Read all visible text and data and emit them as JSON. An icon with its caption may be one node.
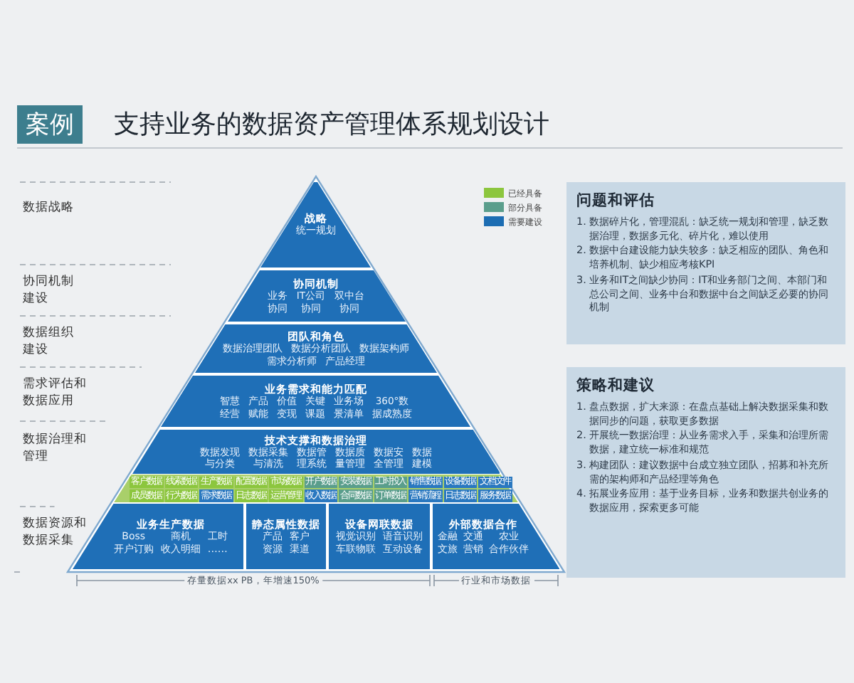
{
  "diagram": {
    "title": "支持业务的数据资产管理体系规划设计",
    "nodes": [
      {
        "text": [
          "战略",
          "统一规划"
        ]
      },
      {
        "text": [
          "协同机制",
          "业务协同",
          "IT公司协同",
          "双中台协同"
        ]
      },
      {
        "text": [
          "团队和角色",
          "数据治理团队",
          "数据分析团队",
          "数据架构师",
          "需求分析师",
          "产品经理"
        ]
      },
      {
        "text": [
          "业务需求和能力匹配",
          "智慧经营",
          "产品赋能",
          "价值变现",
          "关键课题",
          "业务场景清单",
          "360°数据成熟度"
        ]
      },
      {
        "text": [
          "技术支撑和数据治理",
          "数据发现与分类",
          "数据采集与清洗",
          "数据管理系统",
          "数据质量管理",
          "数据安全管理",
          "数据建模"
        ]
      },
      {
        "text": [
          "客户数据"
        ]
      },
      {
        "text": [
          "线索数据"
        ]
      },
      {
        "text": [
          "生产数据"
        ]
      },
      {
        "text": [
          "配置数据"
        ]
      },
      {
        "text": [
          "市场数据"
        ]
      },
      {
        "text": [
          "开户数据"
        ]
      },
      {
        "text": [
          "安装数据"
        ]
      },
      {
        "text": [
          "工时投入"
        ]
      },
      {
        "text": [
          "销售数据"
        ]
      },
      {
        "text": [
          "设备数据"
        ]
      },
      {
        "text": [
          "文档文件"
        ]
      },
      {
        "text": [
          "成员数据"
        ]
      },
      {
        "text": [
          "行为数据"
        ]
      },
      {
        "text": [
          "需求数据"
        ]
      },
      {
        "text": [
          "日志数据"
        ]
      },
      {
        "text": [
          "运营管理"
        ]
      },
      {
        "text": [
          "收入数据"
        ]
      },
      {
        "text": [
          "合同数据"
        ]
      },
      {
        "text": [
          "订单数据"
        ]
      },
      {
        "text": [
          "营销流程"
        ]
      },
      {
        "text": [
          "日志数据"
        ]
      },
      {
        "text": [
          "服务数据"
        ]
      },
      {
        "text": [
          "业务生产数据",
          "Boss",
          "商机",
          "工时",
          "开户订购",
          "收入明细",
          "……"
        ]
      },
      {
        "text": [
          "静态属性数据",
          "产品",
          "客户",
          "资源",
          "渠道"
        ]
      },
      {
        "text": [
          "设备网联数据",
          "视觉识别",
          "语音识别",
          "车联物联",
          "互动设备"
        ]
      },
      {
        "text": [
          "外部数据合作",
          "金融",
          "交通",
          "农业",
          "文旅",
          "营销",
          "合作伙伴"
        ]
      },
      {
        "text": [
          "问题和评估",
          "1. 数据碎片化，管理混乱：缺乏统一规划和管理，缺乏数据治理，数据多元化、碎片化，难以使用",
          "2. 数据中台建设能力缺失较多：缺乏相应的团队、角色和培养机制、缺少相应考核KPI",
          "3. 业务和IT之间缺少协同：IT和业务部门之间、本部门和总公司之间、业务中台和数据中台之间缺乏必要的协同机制"
        ]
      },
      {
        "text": [
          "策略和建议",
          "1. 盘点数据，扩大来源：在盘点基础上解决数据采集和数据同步的问题，获取更多数据",
          "2. 开展统一数据治理：从业务需求入手，采集和治理所需数据，建立统一标准和规范",
          "3. 构建团队：建议数据中台成立独立团队，招募和补充所需的架构师和产品经理等角色",
          "4. 拓展业务应用：基于业务目标，业务和数据共创业务的数据应用，探索更多可能"
        ]
      }
    ],
    "labels": [
      "案例",
      "数据战略",
      "协同机制建设",
      "数据组织建设",
      "需求评估和数据应用",
      "数据治理和管理",
      "数据资源和数据采集",
      "存量数据xx PB，年增速150%",
      "行业和市场数据"
    ],
    "legend": [
      {
        "text": "已经具备",
        "color": "#8cc63e"
      },
      {
        "text": "部分具备",
        "color": "#5a9e8c"
      },
      {
        "text": "需要建设",
        "color": "#1c6db3"
      }
    ]
  }
}
